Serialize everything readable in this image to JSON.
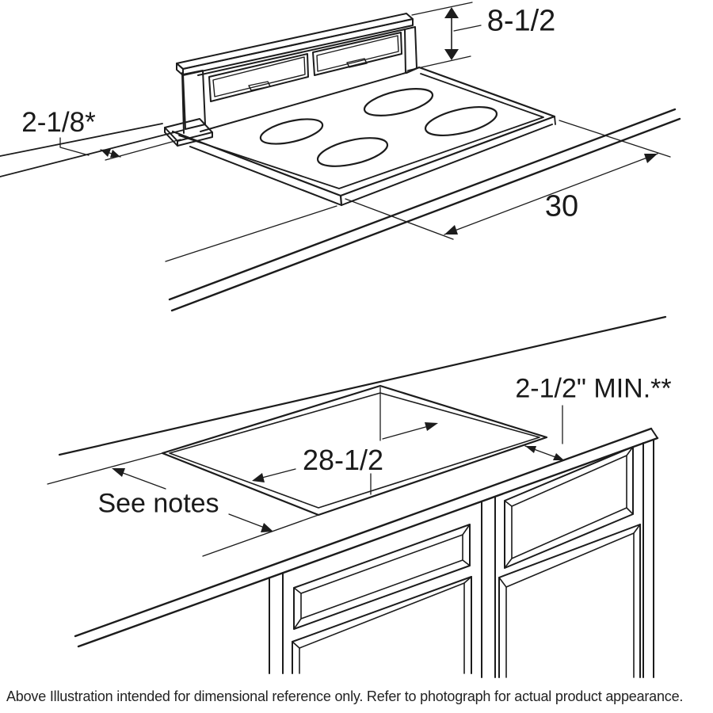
{
  "diagram": {
    "type": "appliance-installation-dimension-drawing",
    "line_color": "#1c1c1c",
    "background": "#ffffff",
    "labels": {
      "vent_height": "8-1/2",
      "vent_setback": "2-1/8*",
      "cooktop_width": "30",
      "cutout_width": "28-1/2",
      "cutout_front_min": "2-1/2\" MIN.**",
      "see_notes": "See notes"
    },
    "caption": "Above Illustration intended for dimensional reference only. Refer to photograph for actual product appearance."
  }
}
